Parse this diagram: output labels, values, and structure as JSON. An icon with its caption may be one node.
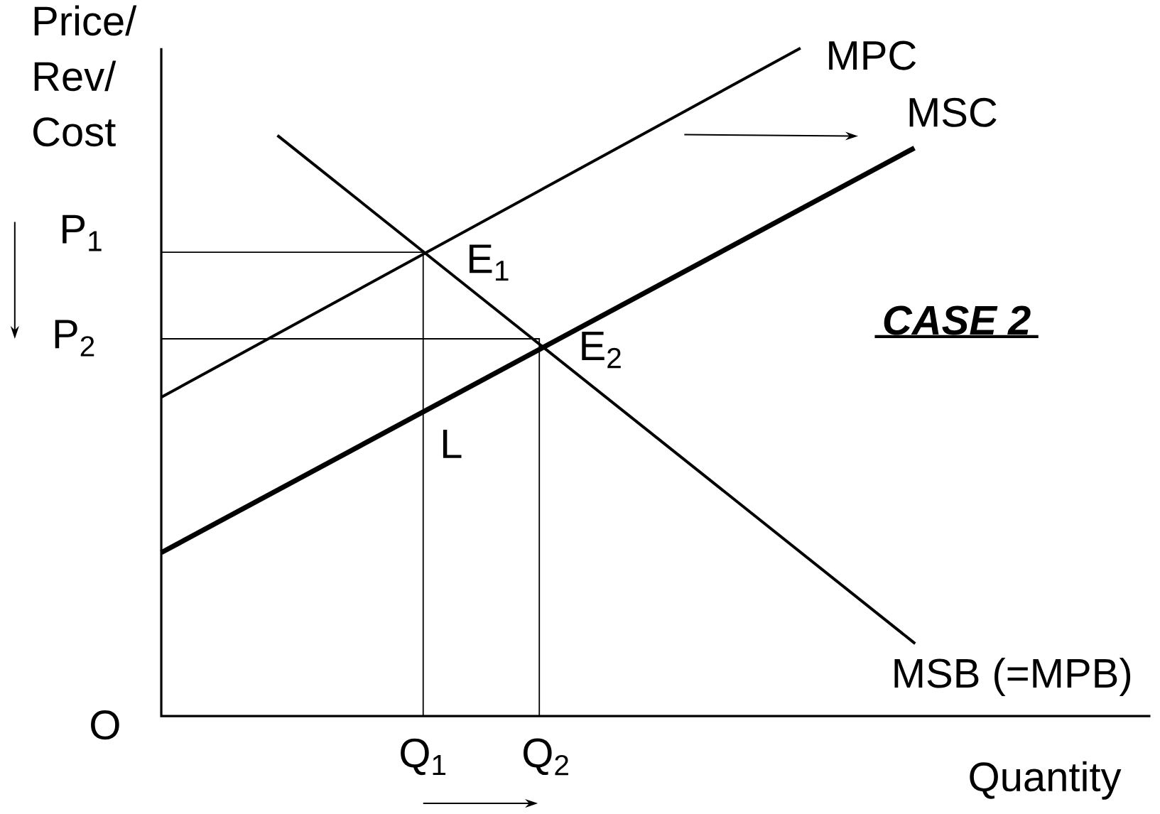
{
  "diagram": {
    "labels": [
      "Price/ Rev/ Cost",
      "MPC",
      "MSC",
      "P$_{1}$",
      "E$_{1}$",
      "CASE 2",
      "P$_{2}$",
      "E$_{2}$",
      "L",
      "MSB (=MPB)",
      "O",
      "Q$_{1}$",
      "Q$_{2}$",
      "Quantity"
    ]
  }
}
